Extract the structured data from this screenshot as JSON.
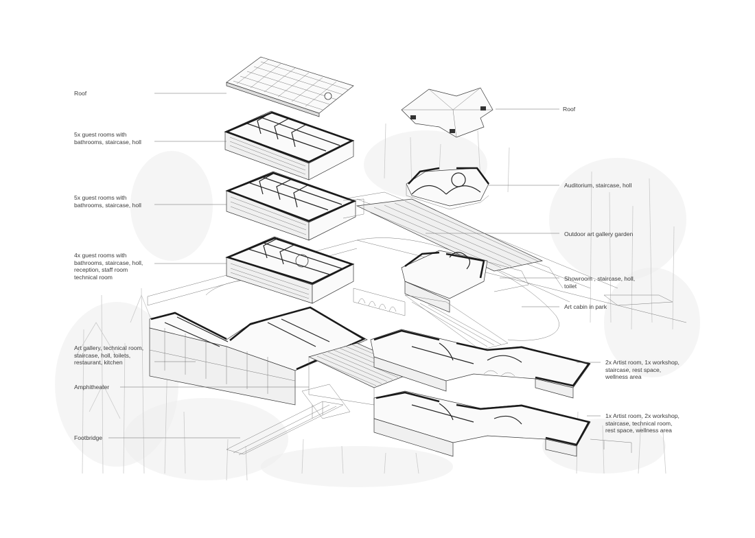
{
  "labels": {
    "roof_left": "Roof",
    "guest_rooms_5x_upper": "5x guest rooms with\nbathrooms, staircase, holl",
    "guest_rooms_5x_middle": "5x guest rooms with\nbathrooms, staircase, holl",
    "guest_rooms_4x": "4x guest rooms with\nbathrooms, staircase, holl,\nreception, staff room\ntechnical room",
    "art_gallery": "Art gallery, technical room,\nstaircase, holl, toilets,\nrestaurant, kitchen",
    "amphitheater": "Amphitheater",
    "footbridge": "Footbridge",
    "roof_right": "Roof",
    "auditorium": "Auditorium, staircase, holl",
    "outdoor_gallery": "Outdoor art gallery garden",
    "showroom": "Showroom , staircase, holl,\ntoilet",
    "art_cabin": "Art cabin in park",
    "artist_2x": "2x Artist room, 1x workshop,\nstaircase, rest space,\nwellness area",
    "artist_1x": "1x Artist room, 2x workshop,\nstaircase, technical room,\nrest space, wellness area"
  }
}
